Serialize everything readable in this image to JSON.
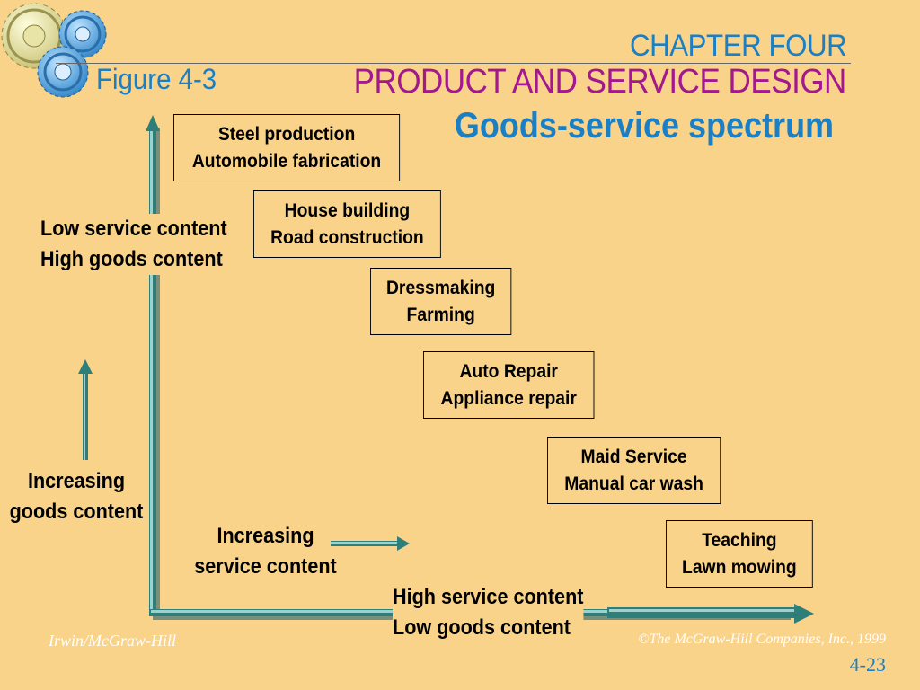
{
  "header": {
    "chapter": "CHAPTER FOUR",
    "figure": "Figure 4-3",
    "subtitle": "PRODUCT AND SERVICE DESIGN",
    "title": "Goods-service spectrum"
  },
  "spectrum": [
    {
      "line1": "Steel production",
      "line2": "Automobile fabrication"
    },
    {
      "line1": "House building",
      "line2": "Road construction"
    },
    {
      "line1": "Dressmaking",
      "line2": "Farming"
    },
    {
      "line1": "Auto Repair",
      "line2": "Appliance repair"
    },
    {
      "line1": "Maid Service",
      "line2": "Manual car wash"
    },
    {
      "line1": "Teaching",
      "line2": "Lawn mowing"
    }
  ],
  "labels": {
    "top_left": {
      "line1": "Low service content",
      "line2": "High goods content"
    },
    "increasing_goods": {
      "line1": "Increasing",
      "line2": "goods content"
    },
    "increasing_service": {
      "line1": "Increasing",
      "line2": "service content"
    },
    "bottom_right": {
      "line1": "High service content",
      "line2": "Low goods content"
    }
  },
  "footer": {
    "publisher": "Irwin/McGraw-Hill",
    "copyright": "©The McGraw-Hill Companies, Inc., 1999",
    "page": "4-23"
  },
  "colors": {
    "background": "#FAD38A",
    "accent_blue": "#1A7FC4",
    "accent_magenta": "#A3188E",
    "arrow_teal": "#2E7F7A"
  },
  "icons": [
    "gears-icon"
  ]
}
